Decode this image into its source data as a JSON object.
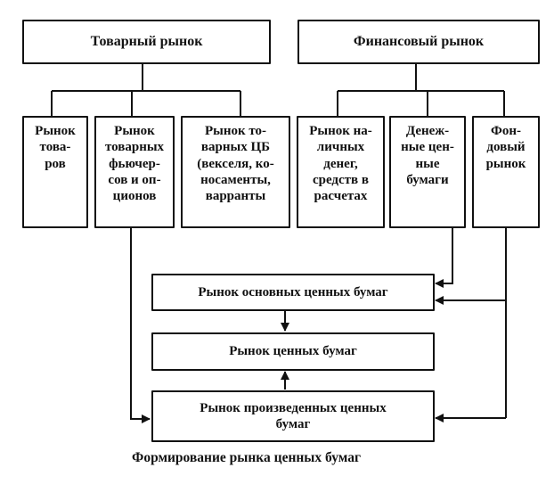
{
  "diagram": {
    "top_boxes": [
      {
        "id": "commodity-market",
        "label": "Товарный рынок"
      },
      {
        "id": "financial-market",
        "label": "Финансовый рынок"
      }
    ],
    "middle_boxes": [
      {
        "id": "goods-market",
        "parent": "commodity-market",
        "label": "Рынок\nтова-\nров"
      },
      {
        "id": "commodity-futures-market",
        "parent": "commodity-market",
        "label": "Рынок\nтоварных\nфьючер-\nсов и оп-\nционов"
      },
      {
        "id": "commodity-securities-market",
        "parent": "commodity-market",
        "label": "Рынок то-\nварных ЦБ\n(векселя, ко-\nносаменты,\nварранты"
      },
      {
        "id": "cash-market",
        "parent": "financial-market",
        "label": "Рынок на-\nличных\nденег,\nсредств в\nрасчетах"
      },
      {
        "id": "money-securities",
        "parent": "financial-market",
        "label": "Денеж-\nные цен-\nные\nбумаги"
      },
      {
        "id": "stock-market",
        "parent": "financial-market",
        "label": "Фон-\nдовый\nрынок"
      }
    ],
    "lower_boxes": [
      {
        "id": "primary-securities-market",
        "label": "Рынок основных ценных бумаг"
      },
      {
        "id": "securities-market",
        "label": "Рынок ценных бумаг"
      },
      {
        "id": "derivative-securities-market",
        "label": "Рынок произведенных ценных\nбумаг"
      }
    ],
    "edges": [
      {
        "from": "commodity-market",
        "to": "goods-market",
        "arrow": false
      },
      {
        "from": "commodity-market",
        "to": "commodity-futures-market",
        "arrow": false
      },
      {
        "from": "commodity-market",
        "to": "commodity-securities-market",
        "arrow": false
      },
      {
        "from": "financial-market",
        "to": "cash-market",
        "arrow": false
      },
      {
        "from": "financial-market",
        "to": "money-securities",
        "arrow": false
      },
      {
        "from": "financial-market",
        "to": "stock-market",
        "arrow": false
      },
      {
        "from": "money-securities",
        "to": "primary-securities-market",
        "arrow": true
      },
      {
        "from": "stock-market",
        "to": "primary-securities-market",
        "arrow": true
      },
      {
        "from": "stock-market",
        "to": "derivative-securities-market",
        "arrow": true
      },
      {
        "from": "commodity-futures-market",
        "to": "derivative-securities-market",
        "arrow": true
      },
      {
        "from": "primary-securities-market",
        "to": "securities-market",
        "arrow": true
      },
      {
        "from": "derivative-securities-market",
        "to": "securities-market",
        "arrow": true
      }
    ],
    "caption": "Формирование рынка ценных бумаг"
  }
}
